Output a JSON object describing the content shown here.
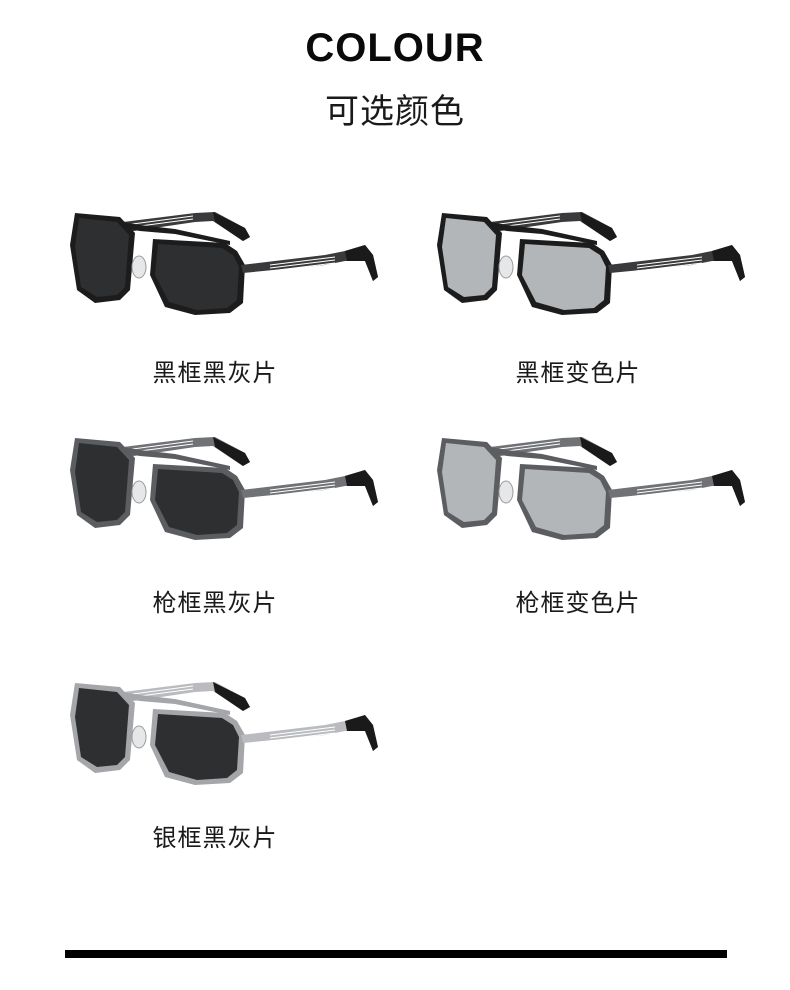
{
  "header": {
    "title_en": "COLOUR",
    "title_cn": "可选颜色"
  },
  "products": [
    {
      "label": "黑框黑灰片",
      "frame": "black",
      "lens": "dark-grey",
      "frame_color": "#1c1c1c",
      "lens_color": "#2e2f31",
      "temple_color": "#3a3a3c"
    },
    {
      "label": "黑框变色片",
      "frame": "black",
      "lens": "photochromic",
      "frame_color": "#1c1c1c",
      "lens_color": "#b3b6b8",
      "temple_color": "#3a3a3c"
    },
    {
      "label": "枪框黑灰片",
      "frame": "gunmetal",
      "lens": "dark-grey",
      "frame_color": "#5c5d60",
      "lens_color": "#2e2f31",
      "temple_color": "#707275"
    },
    {
      "label": "枪框变色片",
      "frame": "gunmetal",
      "lens": "photochromic",
      "frame_color": "#5c5d60",
      "lens_color": "#b3b6b8",
      "temple_color": "#707275"
    },
    {
      "label": "银框黑灰片",
      "frame": "silver",
      "lens": "dark-grey",
      "frame_color": "#a4a6a9",
      "lens_color": "#2e2f31",
      "temple_color": "#b9bbbe"
    }
  ],
  "colors": {
    "background": "#ffffff",
    "text": "#1a1a1a",
    "bar": "#000000",
    "temple_tip": "#1a1a1a"
  }
}
